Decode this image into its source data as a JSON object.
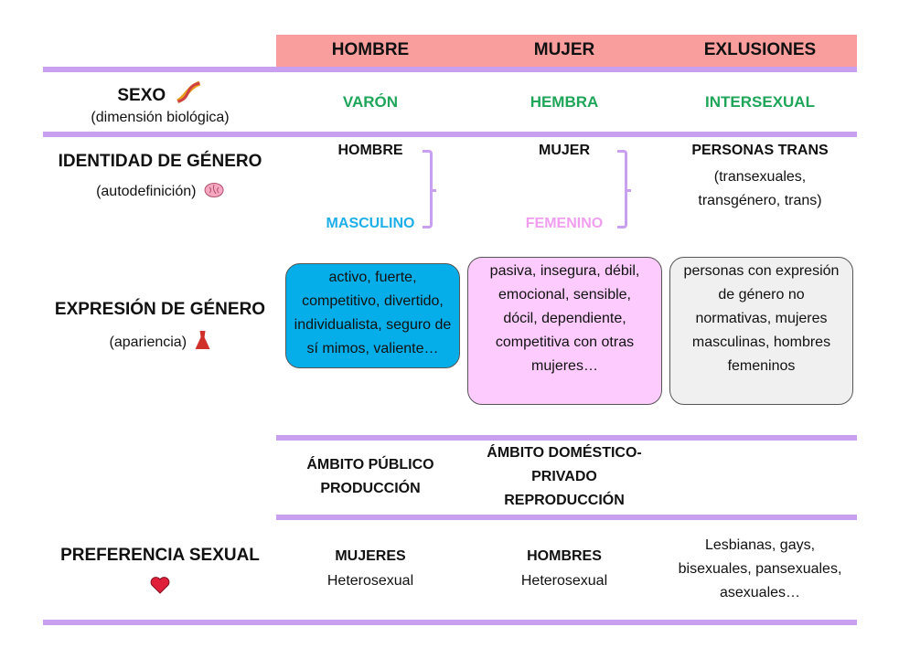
{
  "header": {
    "col1": "HOMBRE",
    "col2": "MUJER",
    "col3": "EXLUSIONES"
  },
  "sexo": {
    "label": "SEXO",
    "sub": "(dimensión biológica)",
    "icon": "dna-icon",
    "col1": "VARÓN",
    "col2": "HEMBRA",
    "col3": "INTERSEXUAL"
  },
  "identidad": {
    "label": "IDENTIDAD DE GÉNERO",
    "sub": "(autodefinición)",
    "icon": "brain-icon",
    "col1_top": "HOMBRE",
    "col1_bottom": "MASCULINO",
    "col2_top": "MUJER",
    "col2_bottom": "FEMENINO",
    "col3_title": "PERSONAS TRANS",
    "col3_l1": "(transexuales,",
    "col3_l2": "transgénero, trans)"
  },
  "expresion": {
    "label": "EXPRESIÓN DE GÉNERO",
    "sub": "(apariencia)",
    "icon": "dress-icon",
    "col1": [
      "activo, fuerte,",
      "competitivo, divertido,",
      "individualista, seguro de",
      "sí mimos, valiente…"
    ],
    "col2": [
      "pasiva, insegura, débil,",
      "emocional, sensible,",
      "dócil, dependiente,",
      "competitiva con otras",
      "mujeres…"
    ],
    "col3": [
      "personas con expresión",
      "de género no",
      "normativas, mujeres",
      "masculinas, hombres",
      "femeninos"
    ]
  },
  "ambito": {
    "col1": [
      "ÁMBITO PÚBLICO",
      "PRODUCCIÓN"
    ],
    "col2": [
      "ÁMBITO DOMÉSTICO-",
      "PRIVADO",
      "REPRODUCCIÓN"
    ]
  },
  "preferencia": {
    "label": "PREFERENCIA SEXUAL",
    "icon": "heart-icon",
    "col1_title": "MUJERES",
    "col1_sub": "Heterosexual",
    "col2_title": "HOMBRES",
    "col2_sub": "Heterosexual",
    "col3": [
      "Lesbianas, gays,",
      "bisexuales, pansexuales,",
      "asexuales…"
    ]
  },
  "colors": {
    "header": "#fa9d9d",
    "divider": "#c9a0f0",
    "green": "#1ea55a",
    "masculino": "#1eaee8",
    "femenino": "#f19ef0",
    "box_blue": "#06aee9",
    "box_pink": "#fdcbfd",
    "box_grey": "#f0f0f0"
  }
}
